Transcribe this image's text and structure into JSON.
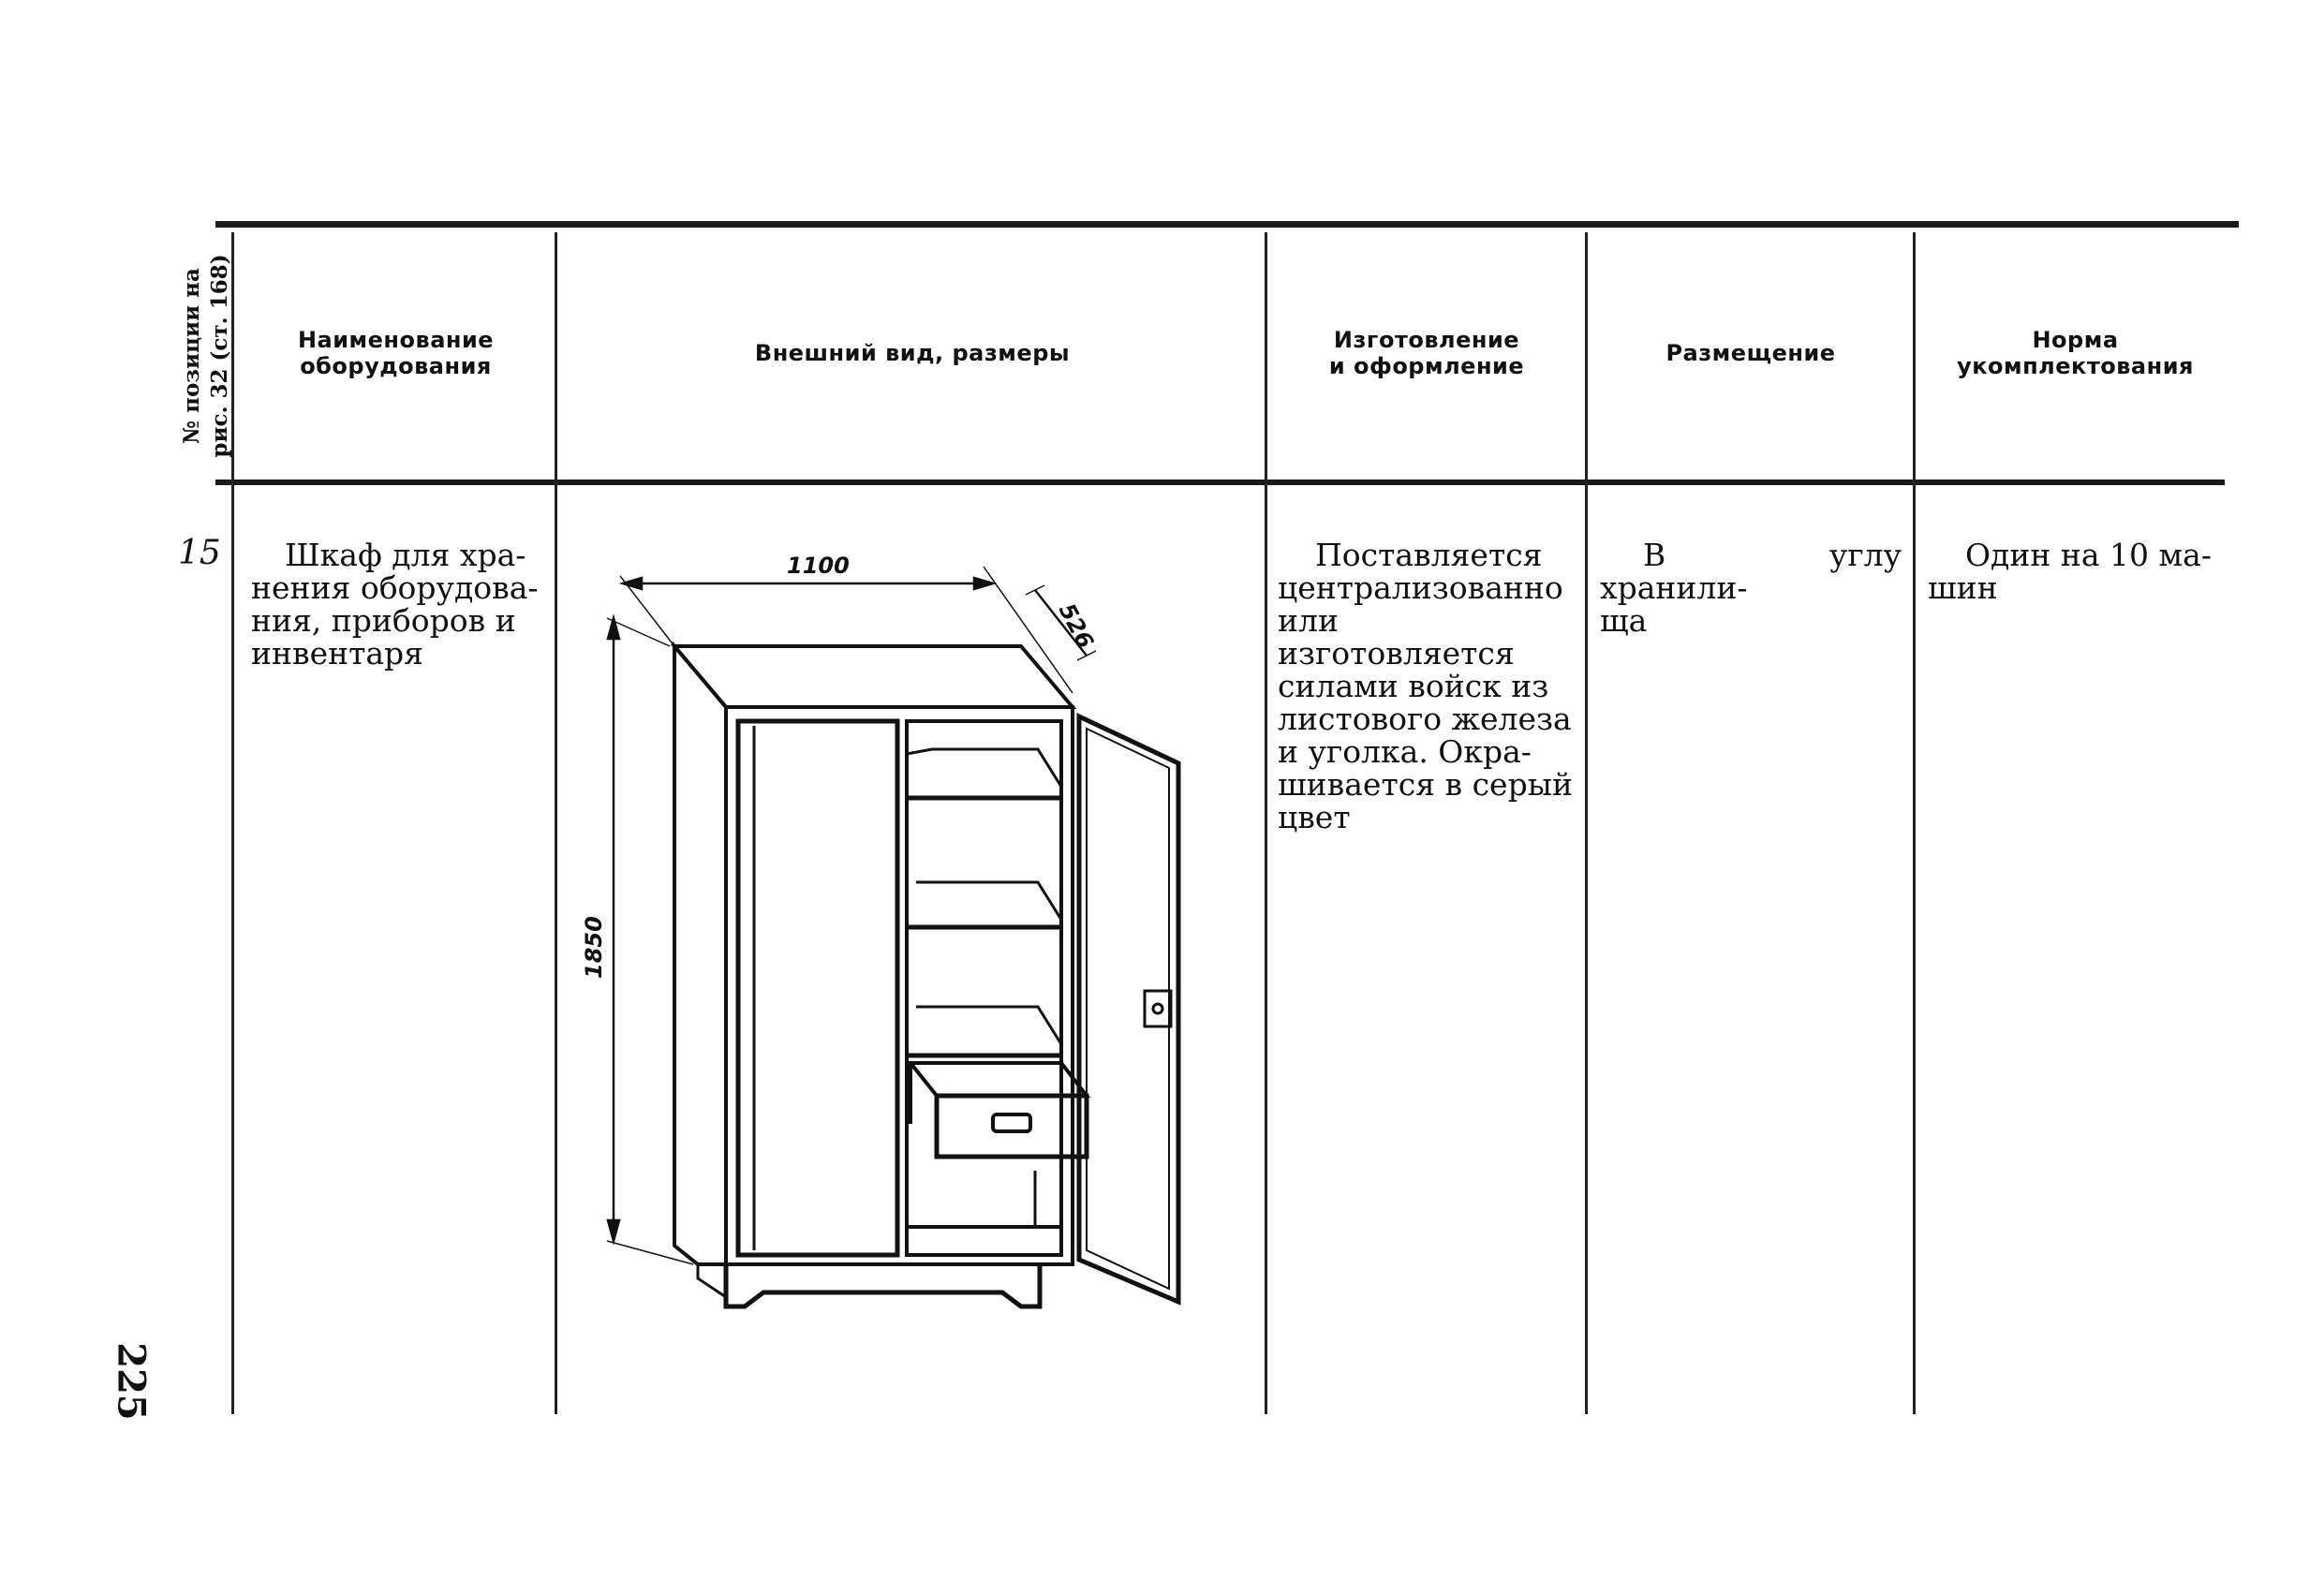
{
  "header": {
    "position_col": [
      "№ позиции на",
      "рис. 32 (ст. 168)"
    ],
    "name_col": [
      "Наименование",
      "оборудования"
    ],
    "appearance_col": [
      "Внешний вид, размеры"
    ],
    "manufacture_col": [
      "Изготовление",
      "и оформление"
    ],
    "placement_col": [
      "Размещение"
    ],
    "norm_col": [
      "Норма",
      "укомплектования"
    ]
  },
  "row": {
    "number": "15",
    "name_lines": [
      "Шкаф для хра-",
      "нения оборудова-",
      "ния, приборов и",
      "инвентаря"
    ],
    "manufacture_lines": [
      "Поставляется",
      "централизованно",
      "или изготовляется",
      "силами войск из",
      "листового железа",
      "и уголка. Окра-",
      "шивается в серый",
      "цвет"
    ],
    "placement_lines": [
      "В углу хранили-",
      "ща"
    ],
    "norm_lines": [
      "Один на 10 ма-",
      "шин"
    ]
  },
  "drawing": {
    "width_label": "1100",
    "depth_label": "526",
    "height_label": "1850"
  },
  "page_number": "225"
}
